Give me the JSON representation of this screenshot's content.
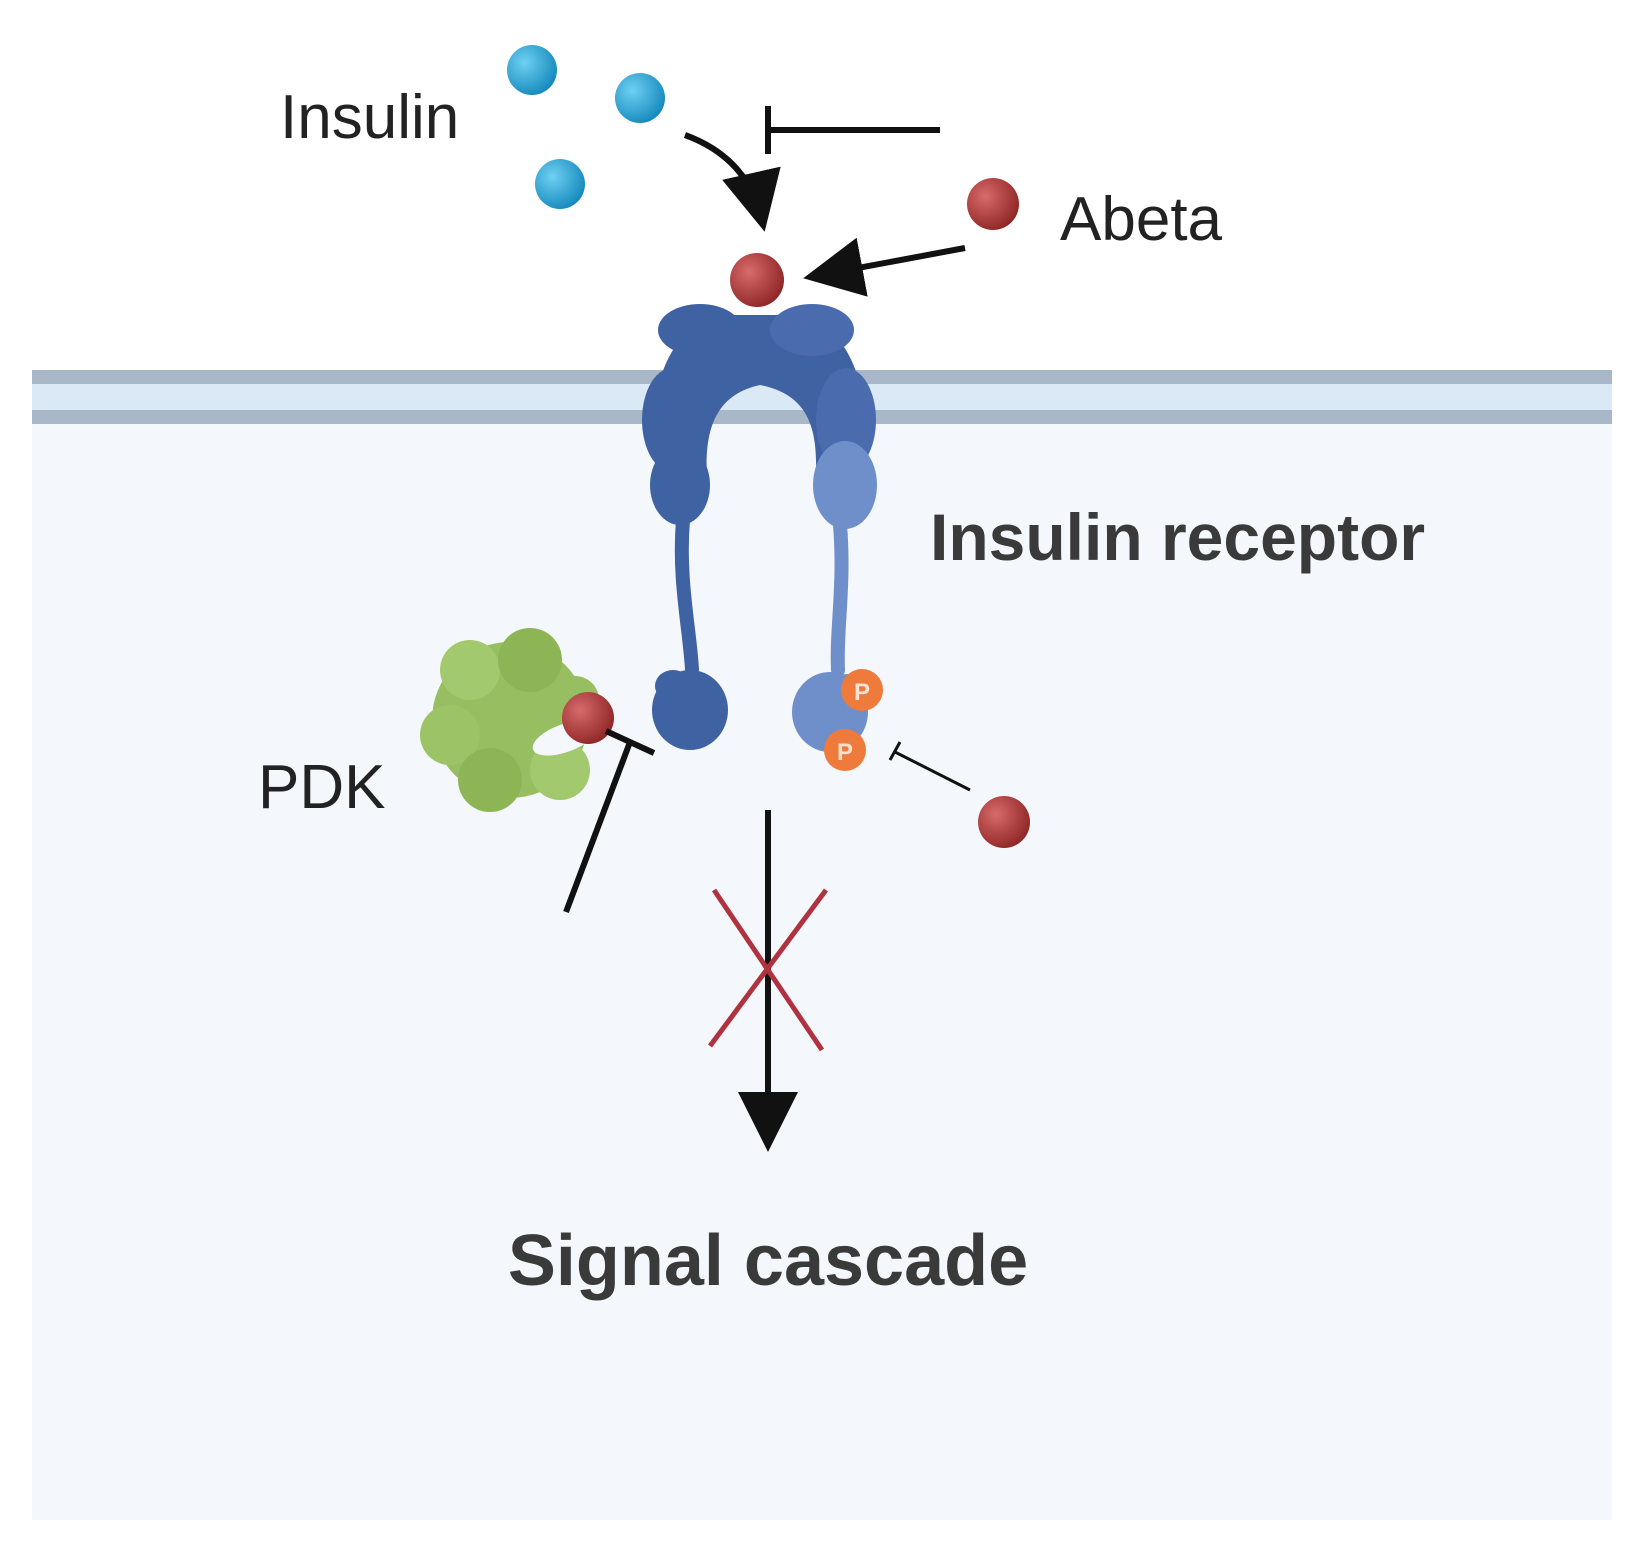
{
  "labels": {
    "insulin": "Insulin",
    "abeta": "Abeta",
    "insulin_receptor": "Insulin receptor",
    "pdk": "PDK",
    "signal_cascade": "Signal cascade",
    "phospho": "P"
  },
  "colors": {
    "background": "#f4f8fc",
    "membrane": "#a9b8c9",
    "membrane_inner": "#dbe8f5",
    "insulin": "#1e9fd4",
    "abeta": "#b23a3a",
    "receptor_dark": "#3f62a3",
    "receptor_light": "#6f8fca",
    "pdk": "#97bf62",
    "phospho": "#ee7a3c",
    "inhibit_cross": "#b0323e",
    "arrow": "#111111"
  },
  "relations": [
    {
      "from": "Insulin",
      "to": "Insulin receptor",
      "type": "activation"
    },
    {
      "from": "Abeta",
      "to": "Insulin receptor",
      "type": "binding"
    },
    {
      "from": "Abeta",
      "to": "Insulin binding",
      "type": "inhibition"
    },
    {
      "from": "Abeta",
      "to": "PDK",
      "type": "inhibition"
    },
    {
      "from": "Abeta",
      "to": "receptor phosphorylation",
      "type": "inhibition"
    },
    {
      "from": "Insulin receptor",
      "to": "Signal cascade",
      "type": "blocked"
    }
  ]
}
